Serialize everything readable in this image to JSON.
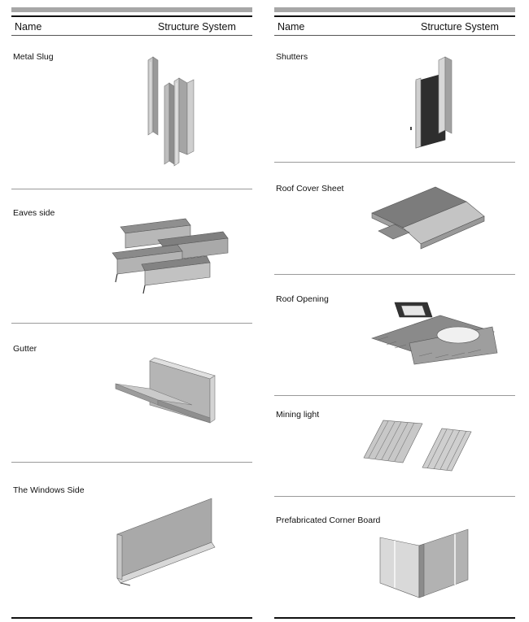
{
  "header": {
    "name": "Name",
    "structure": "Structure System"
  },
  "left_items": [
    {
      "label": "Metal Slug"
    },
    {
      "label": "Eaves side"
    },
    {
      "label": "Gutter"
    },
    {
      "label": "The Windows Side"
    }
  ],
  "right_items": [
    {
      "label": "Shutters"
    },
    {
      "label": "Roof Cover Sheet"
    },
    {
      "label": "Roof Opening"
    },
    {
      "label": "Mining light"
    },
    {
      "label": "Prefabricated Corner Board"
    }
  ]
}
